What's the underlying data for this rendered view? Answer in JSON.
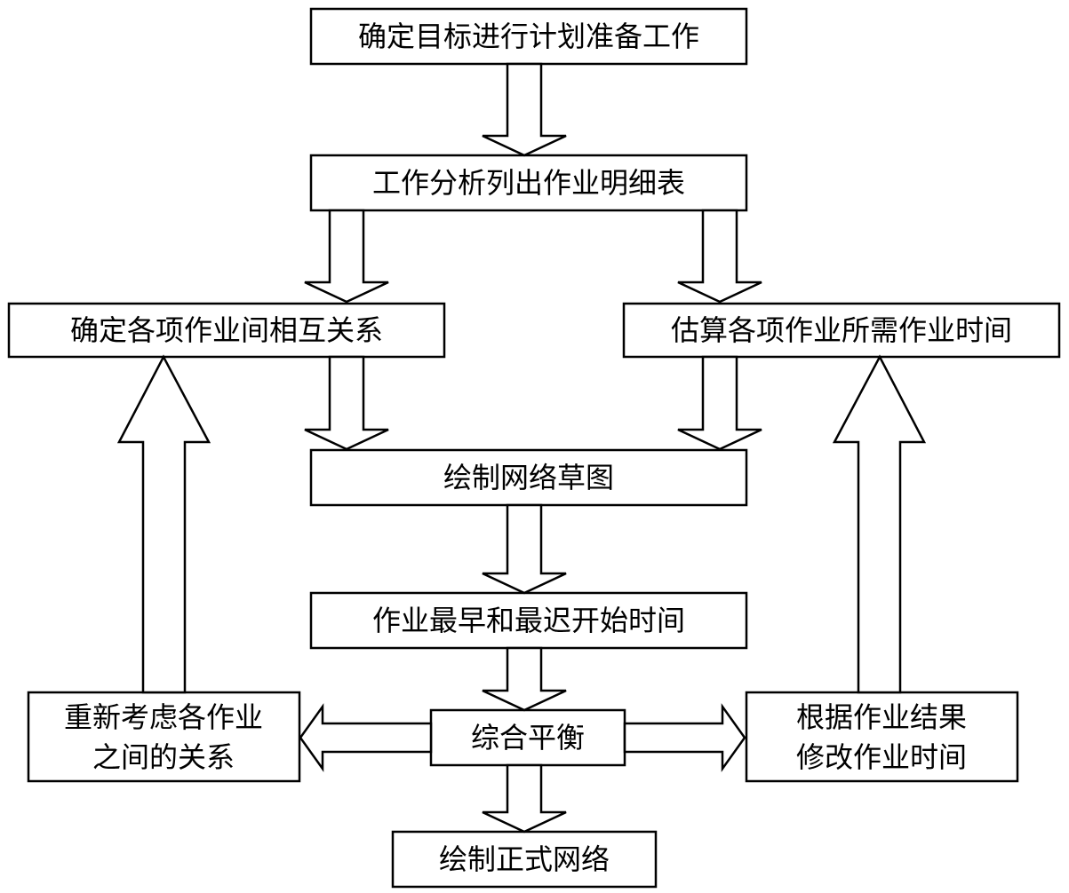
{
  "nodes": {
    "goal": "确定目标进行计划准备工作",
    "analysis": "工作分析列出作业明细表",
    "relations": "确定各项作业间相互关系",
    "estimate": "估算各项作业所需作业时间",
    "draft": "绘制网络草图",
    "times": "作业最早和最迟开始时间",
    "balance": "综合平衡",
    "reconsider_line1": "重新考虑各作业",
    "reconsider_line2": "之间的关系",
    "modify_line1": "根据作业结果",
    "modify_line2": "修改作业时间",
    "final": "绘制正式网络"
  },
  "colors": {
    "stroke": "#000000",
    "fill": "#ffffff"
  }
}
